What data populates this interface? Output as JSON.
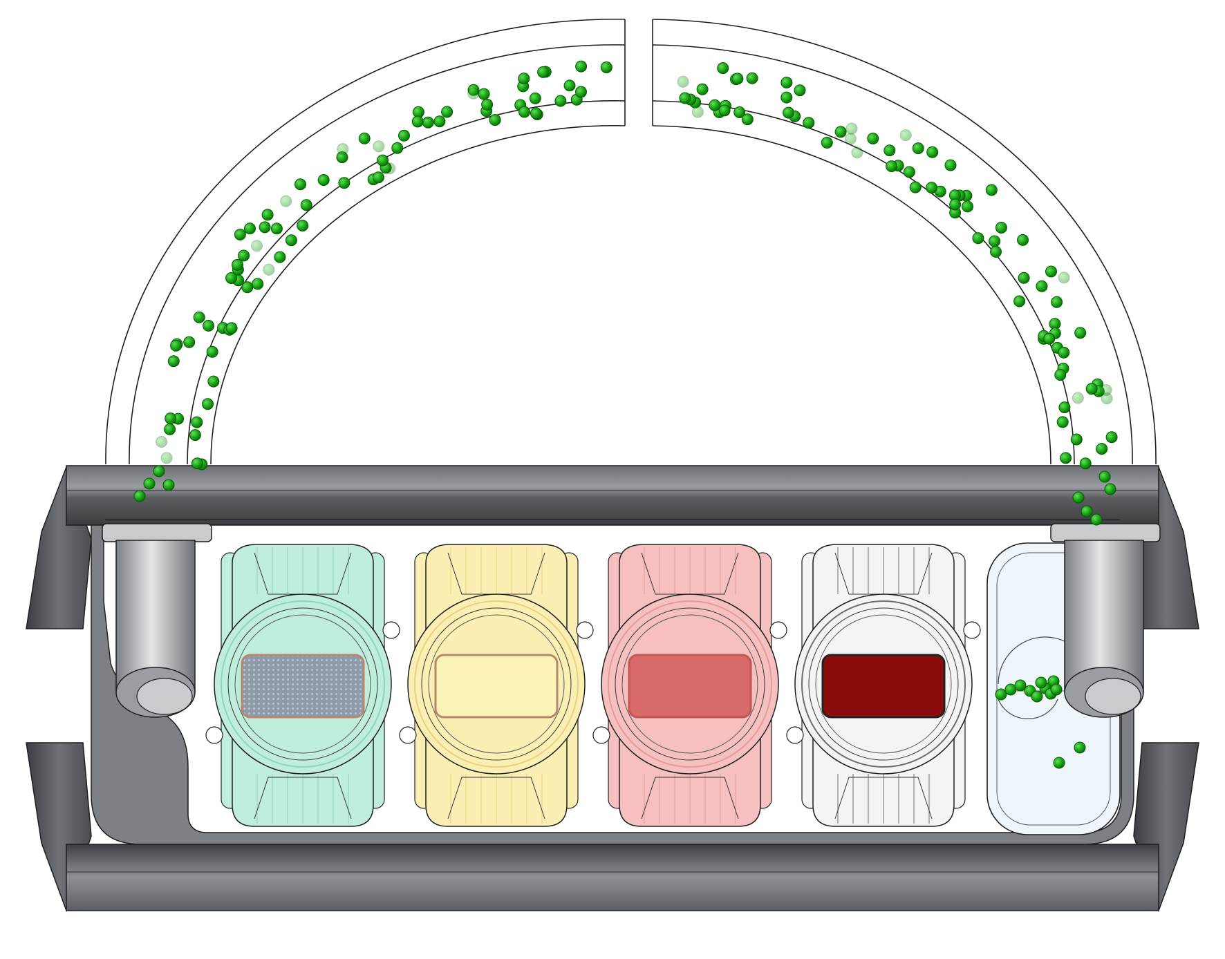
{
  "diagram": {
    "type": "cad-render",
    "palette": {
      "housing_dark": "#4a4c50",
      "housing_mid": "#7d8085",
      "housing_light": "#c9cbcf",
      "outline": "#1e1e1e",
      "particle": "#17a312",
      "particle_edge": "#0a5a07"
    },
    "channel": {
      "inlet_segments": 2,
      "particle_count": 160
    },
    "cartridges": [
      {
        "id": "green",
        "body_color": "#bfeedd",
        "detail_color": "#8fd4bd",
        "window_color": "#8f9aa8",
        "window_frame": "#b7856a",
        "window_texture": "mesh"
      },
      {
        "id": "yellow",
        "body_color": "#fbefb3",
        "detail_color": "#e6d27f",
        "window_color": "#fbf2b8",
        "window_frame": "#b7856a",
        "window_texture": "plain"
      },
      {
        "id": "pink",
        "body_color": "#f6c0c0",
        "detail_color": "#e39a9a",
        "window_color": "#d96a6a",
        "window_frame": "#c25555",
        "window_texture": "plain"
      },
      {
        "id": "white",
        "body_color": "#f4f4f4",
        "detail_color": "#6d6d6d",
        "window_color": "#8b0d0b",
        "window_frame": "#222222",
        "window_texture": "plain"
      }
    ],
    "chamber": {
      "id": "collection-chamber",
      "body_color": "#eef5fb"
    }
  }
}
